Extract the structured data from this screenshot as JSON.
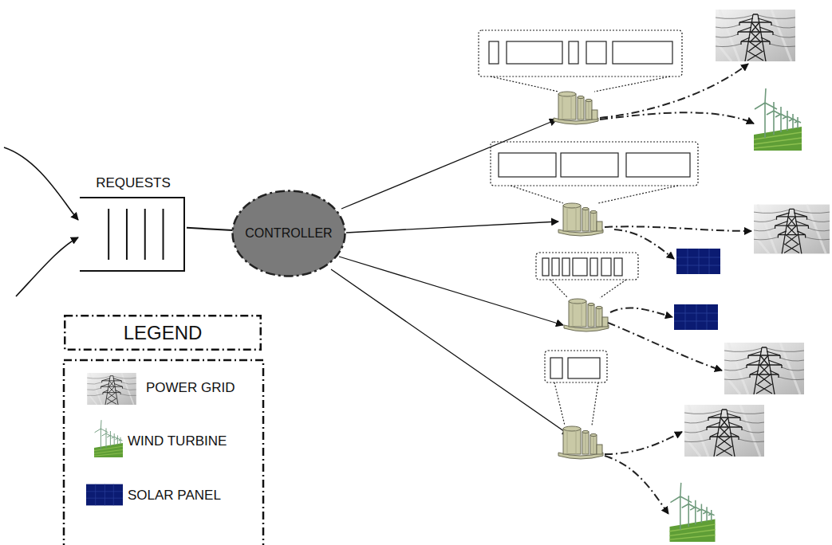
{
  "diagram": {
    "nodes": [
      {
        "text": [
          "REQUESTS"
        ]
      },
      {
        "text": [
          "CONTROLLER"
        ]
      },
      {
        "text": [
          "LEGEND"
        ]
      }
    ],
    "edges": [
      {
        "from": 0,
        "to": 1,
        "arrow": "none"
      }
    ],
    "legend": [
      {
        "text": "POWER GRID"
      },
      {
        "text": "WIND TURBINE"
      },
      {
        "text": "SOLAR PANEL"
      }
    ]
  }
}
